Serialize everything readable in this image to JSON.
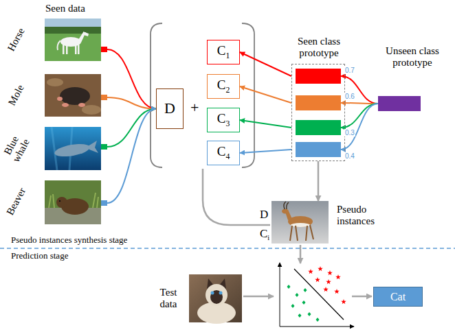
{
  "diagram": {
    "nodes": [
      {
        "text": [
          "Horse"
        ]
      },
      {
        "text": [
          "Mole"
        ]
      },
      {
        "text": [
          "Blue whale"
        ]
      },
      {
        "text": [
          "Beaver"
        ]
      },
      {
        "text": [
          "D"
        ]
      },
      {
        "text": [
          "C1"
        ]
      },
      {
        "text": [
          "C2"
        ]
      },
      {
        "text": [
          "C3"
        ]
      },
      {
        "text": [
          "C4"
        ]
      },
      {
        "text": [
          "Seen class prototype"
        ]
      },
      {
        "text": [
          "Unseen class prototype"
        ]
      },
      {
        "text": [
          "Pseudo instances"
        ]
      },
      {
        "text": [
          "Test data"
        ]
      },
      {
        "text": [
          "Cat"
        ]
      }
    ],
    "edges": [
      {
        "from": 0,
        "to": 4,
        "arrow": "to"
      },
      {
        "from": 1,
        "to": 4,
        "arrow": "to"
      },
      {
        "from": 2,
        "to": 4,
        "arrow": "to"
      },
      {
        "from": 3,
        "to": 4,
        "arrow": "to"
      },
      {
        "from": 10,
        "to": 9,
        "arrow": "to"
      },
      {
        "from": 10,
        "to": 9,
        "arrow": "to"
      },
      {
        "from": 10,
        "to": 9,
        "arrow": "to"
      },
      {
        "from": 10,
        "to": 9,
        "arrow": "to"
      },
      {
        "from": 9,
        "to": 5,
        "arrow": "to"
      },
      {
        "from": 9,
        "to": 6,
        "arrow": "to"
      },
      {
        "from": 9,
        "to": 7,
        "arrow": "to"
      },
      {
        "from": 9,
        "to": 8,
        "arrow": "to"
      },
      {
        "from": 9,
        "to": 11,
        "arrow": "to"
      }
    ],
    "labels": [
      "Seen data",
      "0.7",
      "0.6",
      "0.3",
      "0.4",
      "+",
      "D",
      "Ci",
      "Pseudo instances synthesis stage",
      "Prediction stage"
    ]
  }
}
